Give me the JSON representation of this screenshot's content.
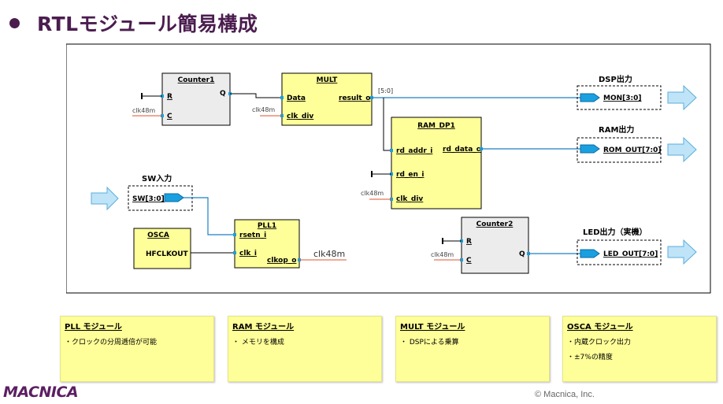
{
  "page": {
    "title": "RTLモジュール簡易構成",
    "copyright": "© Macnica, Inc.",
    "logo": "MACNICA"
  },
  "diagram": {
    "counter1": {
      "name": "Counter1",
      "ports": [
        "R",
        "C",
        "Q"
      ],
      "clk": "clk48m"
    },
    "mult": {
      "name": "MULT",
      "ports": [
        "Data",
        "result_o",
        "clk_div"
      ],
      "clk": "clk48m",
      "bus": "[5:0]"
    },
    "ram": {
      "name": "RAM_DP1",
      "ports": [
        "rd_addr_i",
        "rd_data_o",
        "rd_en_i",
        "clk_div"
      ],
      "clk": "clk48m"
    },
    "sw": {
      "label": "SW入力",
      "port": "SW[3:0]"
    },
    "osca": {
      "name": "OSCA",
      "port": "HFCLKOUT"
    },
    "pll": {
      "name": "PLL1",
      "ports": [
        "rsetn_i",
        "clk_i",
        "clkop_o"
      ],
      "clk_out": "clk48m"
    },
    "counter2": {
      "name": "Counter2",
      "ports": [
        "R",
        "C",
        "Q"
      ],
      "clk": "clk48m"
    },
    "dsp_out": {
      "label": "DSP出力",
      "port": "MON[3:0]"
    },
    "ram_out": {
      "label": "RAM出力",
      "port": "ROM_OUT[7:0]"
    },
    "led_out": {
      "label": "LED出力（実機）",
      "port": "LED_OUT[7:0]"
    }
  },
  "notes": [
    {
      "title": "PLL モジュール",
      "lines": [
        "・クロックの分周逓倍が可能"
      ]
    },
    {
      "title": "RAM モジュール",
      "lines": [
        "・ メモリを構成"
      ]
    },
    {
      "title": "MULT モジュール",
      "lines": [
        "・ DSPによる乗算"
      ]
    },
    {
      "title": "OSCA モジュール",
      "lines": [
        "・内蔵クロック出力",
        "・±7%の精度"
      ]
    }
  ],
  "colors": {
    "title": "#4b1d4f",
    "block_yellow": "#ffff99",
    "block_gray": "#ececec",
    "wire_blue": "#1f7fc4",
    "wire_red": "#e0532b",
    "arrow_fill": "#bfe4f7",
    "port_fill": "#1aa0e0"
  }
}
